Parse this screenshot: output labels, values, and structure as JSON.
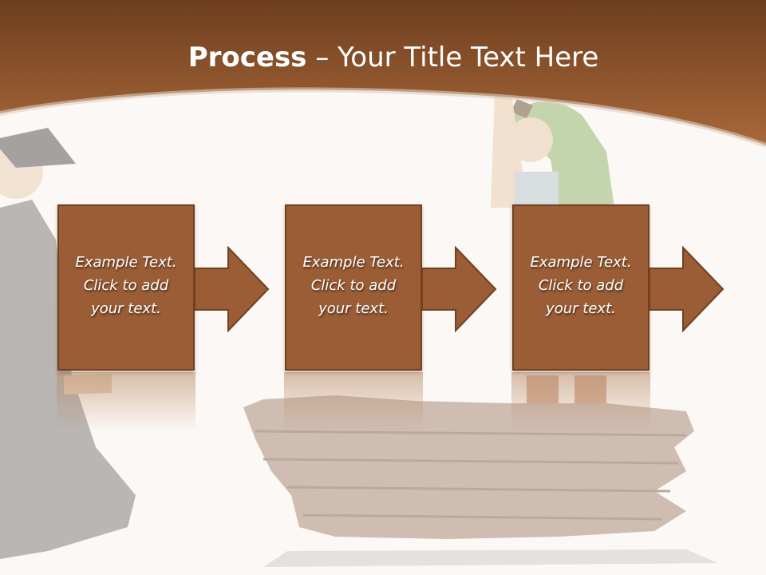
{
  "title": {
    "bold": "Process",
    "rest": " – Your Title Text Here"
  },
  "steps": [
    {
      "text": "Example Text.\nClick  to add\nyour text."
    },
    {
      "text": "Example Text.\nClick  to add\nyour text."
    },
    {
      "text": "Example Text.\nClick  to add\nyour text."
    }
  ],
  "colors": {
    "header": "#8a4f2a",
    "box": "#9a5d36",
    "box_border": "#70401f",
    "background": "#fbf8f5"
  }
}
